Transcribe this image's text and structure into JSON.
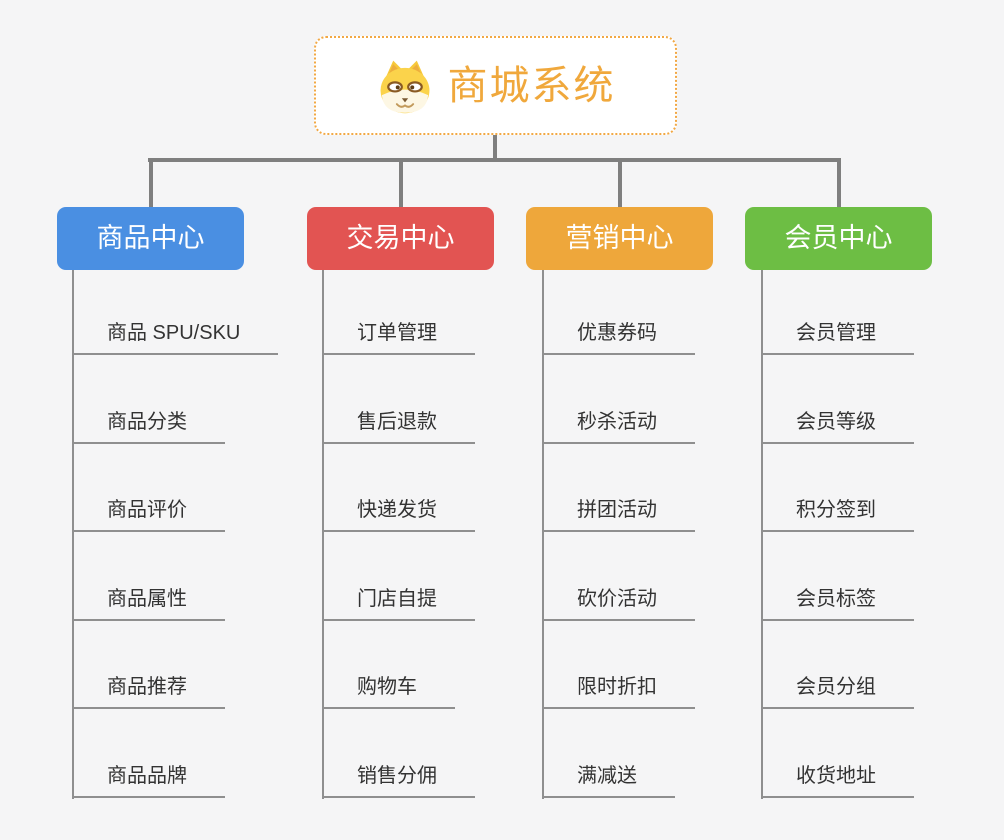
{
  "root": {
    "label": "商城系统",
    "icon": "dog-icon",
    "text_color": "#F0A83C",
    "border_color": "#F2A844",
    "background": "#FFFFFF"
  },
  "branches": [
    {
      "label": "商品中心",
      "color": "#4A8FE2",
      "children": [
        "商品 SPU/SKU",
        "商品分类",
        "商品评价",
        "商品属性",
        "商品推荐",
        "商品品牌"
      ]
    },
    {
      "label": "交易中心",
      "color": "#E25452",
      "children": [
        "订单管理",
        "售后退款",
        "快递发货",
        "门店自提",
        "购物车",
        "销售分佣"
      ]
    },
    {
      "label": "营销中心",
      "color": "#EEA73B",
      "children": [
        "优惠券码",
        "秒杀活动",
        "拼团活动",
        "砍价活动",
        "限时折扣",
        "满减送"
      ]
    },
    {
      "label": "会员中心",
      "color": "#6DBE44",
      "children": [
        "会员管理",
        "会员等级",
        "积分签到",
        "会员标签",
        "会员分组",
        "收货地址"
      ]
    }
  ],
  "colors": {
    "canvas_background": "#F5F5F6",
    "connector": "#7F7F7F",
    "leaf_line": "#8F8F8F",
    "leaf_text": "#333333"
  }
}
